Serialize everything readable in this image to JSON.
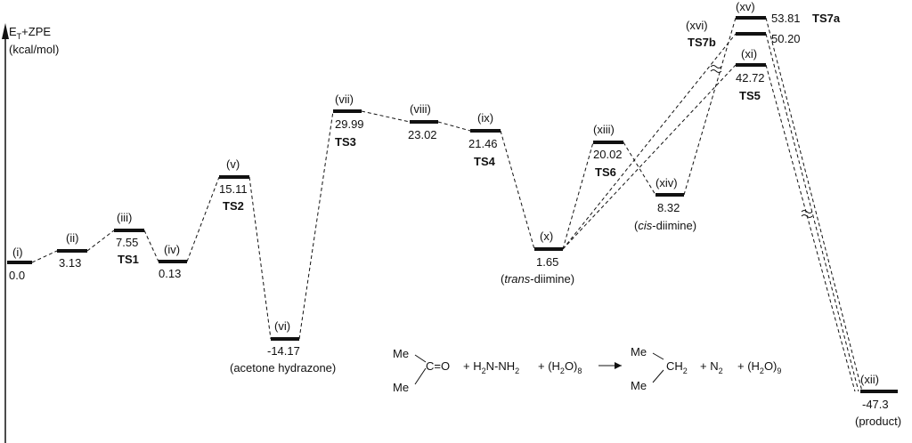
{
  "axis": {
    "label_main": "E",
    "label_sub": "T",
    "label_rest": "+ZPE",
    "unit": "(kcal/mol)"
  },
  "levels": [
    {
      "id": "i",
      "tag": "(i)",
      "value": "0.0"
    },
    {
      "id": "ii",
      "tag": "(ii)",
      "value": "3.13"
    },
    {
      "id": "iii",
      "tag": "(iii)",
      "value": "7.55",
      "ts": "TS1"
    },
    {
      "id": "iv",
      "tag": "(iv)",
      "value": "0.13"
    },
    {
      "id": "v",
      "tag": "(v)",
      "value": "15.11",
      "ts": "TS2"
    },
    {
      "id": "vi",
      "tag": "(vi)",
      "value": "-14.17",
      "note": "(acetone hydrazone)"
    },
    {
      "id": "vii",
      "tag": "(vii)",
      "value": "29.99",
      "ts": "TS3"
    },
    {
      "id": "viii",
      "tag": "(viii)",
      "value": "23.02"
    },
    {
      "id": "ix",
      "tag": "(ix)",
      "value": "21.46",
      "ts": "TS4"
    },
    {
      "id": "x",
      "tag": "(x)",
      "value": "1.65",
      "note_pre": "(",
      "note_it": "trans",
      "note_post": "-diimine)"
    },
    {
      "id": "xiii",
      "tag": "(xiii)",
      "value": "20.02",
      "ts": "TS6"
    },
    {
      "id": "xiv",
      "tag": "(xiv)",
      "value": "8.32",
      "note_pre": "(",
      "note_it": "cis",
      "note_post": "-diimine)"
    },
    {
      "id": "xi",
      "tag": "(xi)",
      "value": "42.72",
      "ts": "TS5"
    },
    {
      "id": "xvi",
      "tag": "(xvi)",
      "value": "50.20",
      "ts": "TS7b"
    },
    {
      "id": "xv",
      "tag": "(xv)",
      "value": "53.81",
      "ts": "TS7a"
    },
    {
      "id": "xii",
      "tag": "(xii)",
      "value": "-47.3",
      "note": "(product)"
    }
  ],
  "reaction": {
    "me": "Me",
    "carbonyl": "C=O",
    "plus1": "+ H",
    "h2": "2",
    "nn": "N-NH",
    "nh2": "2",
    "plus2": "+ (H",
    "h2o_sub": "2",
    "o8": "O)",
    "eight": "8",
    "ch2": "CH",
    "ch2_sub": "2",
    "plus3": "+ N",
    "n2_sub": "2",
    "plus4": "+ (H",
    "h2o_sub2": "2",
    "o9": "O)",
    "nine": "9"
  }
}
